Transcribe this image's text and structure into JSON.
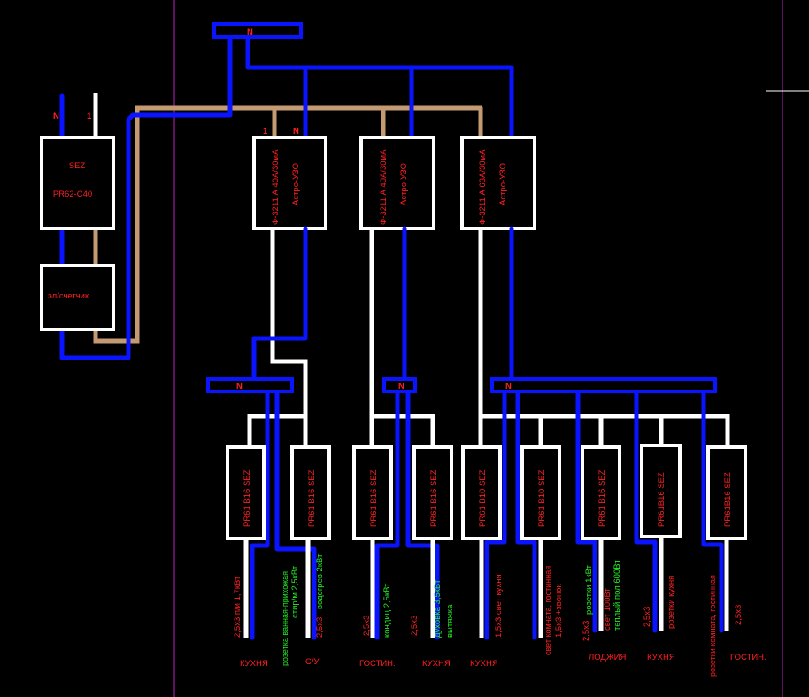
{
  "colors": {
    "neutral": "#0a14ff",
    "phase": "#ffffff",
    "phase_in": "#c49a72",
    "text": "#ff2020",
    "load_text": "#22ee22",
    "frame": "#c020c0"
  },
  "main_bus": {
    "label": "N"
  },
  "input": {
    "n_label": "N",
    "l_label": "1",
    "breaker": {
      "line1": "SEZ",
      "line2": "PR62-C40"
    },
    "meter": {
      "label": "эл/счетчик"
    }
  },
  "rcd_terminals": {
    "l": "1",
    "n": "N"
  },
  "rcds": [
    {
      "model": "Ф-3211 А 40А/30мА",
      "brand": "Астро-УЗО"
    },
    {
      "model": "Ф-3211 А 40А/30мА",
      "brand": "Астро-УЗО"
    },
    {
      "model": "Ф-3211 А 63А/30мА",
      "brand": "Астро-УЗО"
    }
  ],
  "n_buses": [
    "N",
    "N",
    "N"
  ],
  "breakers": [
    "PR61 B16 SEZ",
    "PR61 B16 SEZ",
    "PR61 B16 SEZ",
    "PR61 B16 SEZ",
    "PR61 B10 SEZ",
    "PR61 B10 SEZ",
    "PR61 B16 SEZ",
    "PR61B16 SEZ",
    "PR61B16 SEZ"
  ],
  "circuits": [
    {
      "cable_desc": "2,5x3 п/и 1,7кВт",
      "room": "КУХНЯ"
    },
    {
      "load1": "розетка ванная-прихожая",
      "load2": "стир/м 2,5кВт",
      "cable": "2,5x3",
      "load3": "водогрев 2кВт",
      "room": "С/У"
    },
    {
      "cable": "2,5x3",
      "load": "кондиц 2,5кВт",
      "room": "ГОСТИН."
    },
    {
      "cable": "2,5x3",
      "load": "духовка 3,5кВт",
      "load2": "вытяжка",
      "room": "КУХНЯ"
    },
    {
      "cable_desc": "1,5x3  свет кухня",
      "room": "КУХНЯ"
    },
    {
      "desc1": "свет комната, гостинная",
      "desc2": "1,5x3 +звонок"
    },
    {
      "cable": "2,5x3",
      "load": "розетки 1кВт",
      "load2": "свет 100Вт",
      "load3": "теплый пол 600Вт",
      "room": "ЛОДЖИЯ"
    },
    {
      "cable": "2,5x3",
      "desc": "розетки кухня",
      "room": "КУХНЯ"
    },
    {
      "desc": "розетки комната, гостинная",
      "cable": "2,5x3",
      "room": "ГОСТИН."
    }
  ]
}
